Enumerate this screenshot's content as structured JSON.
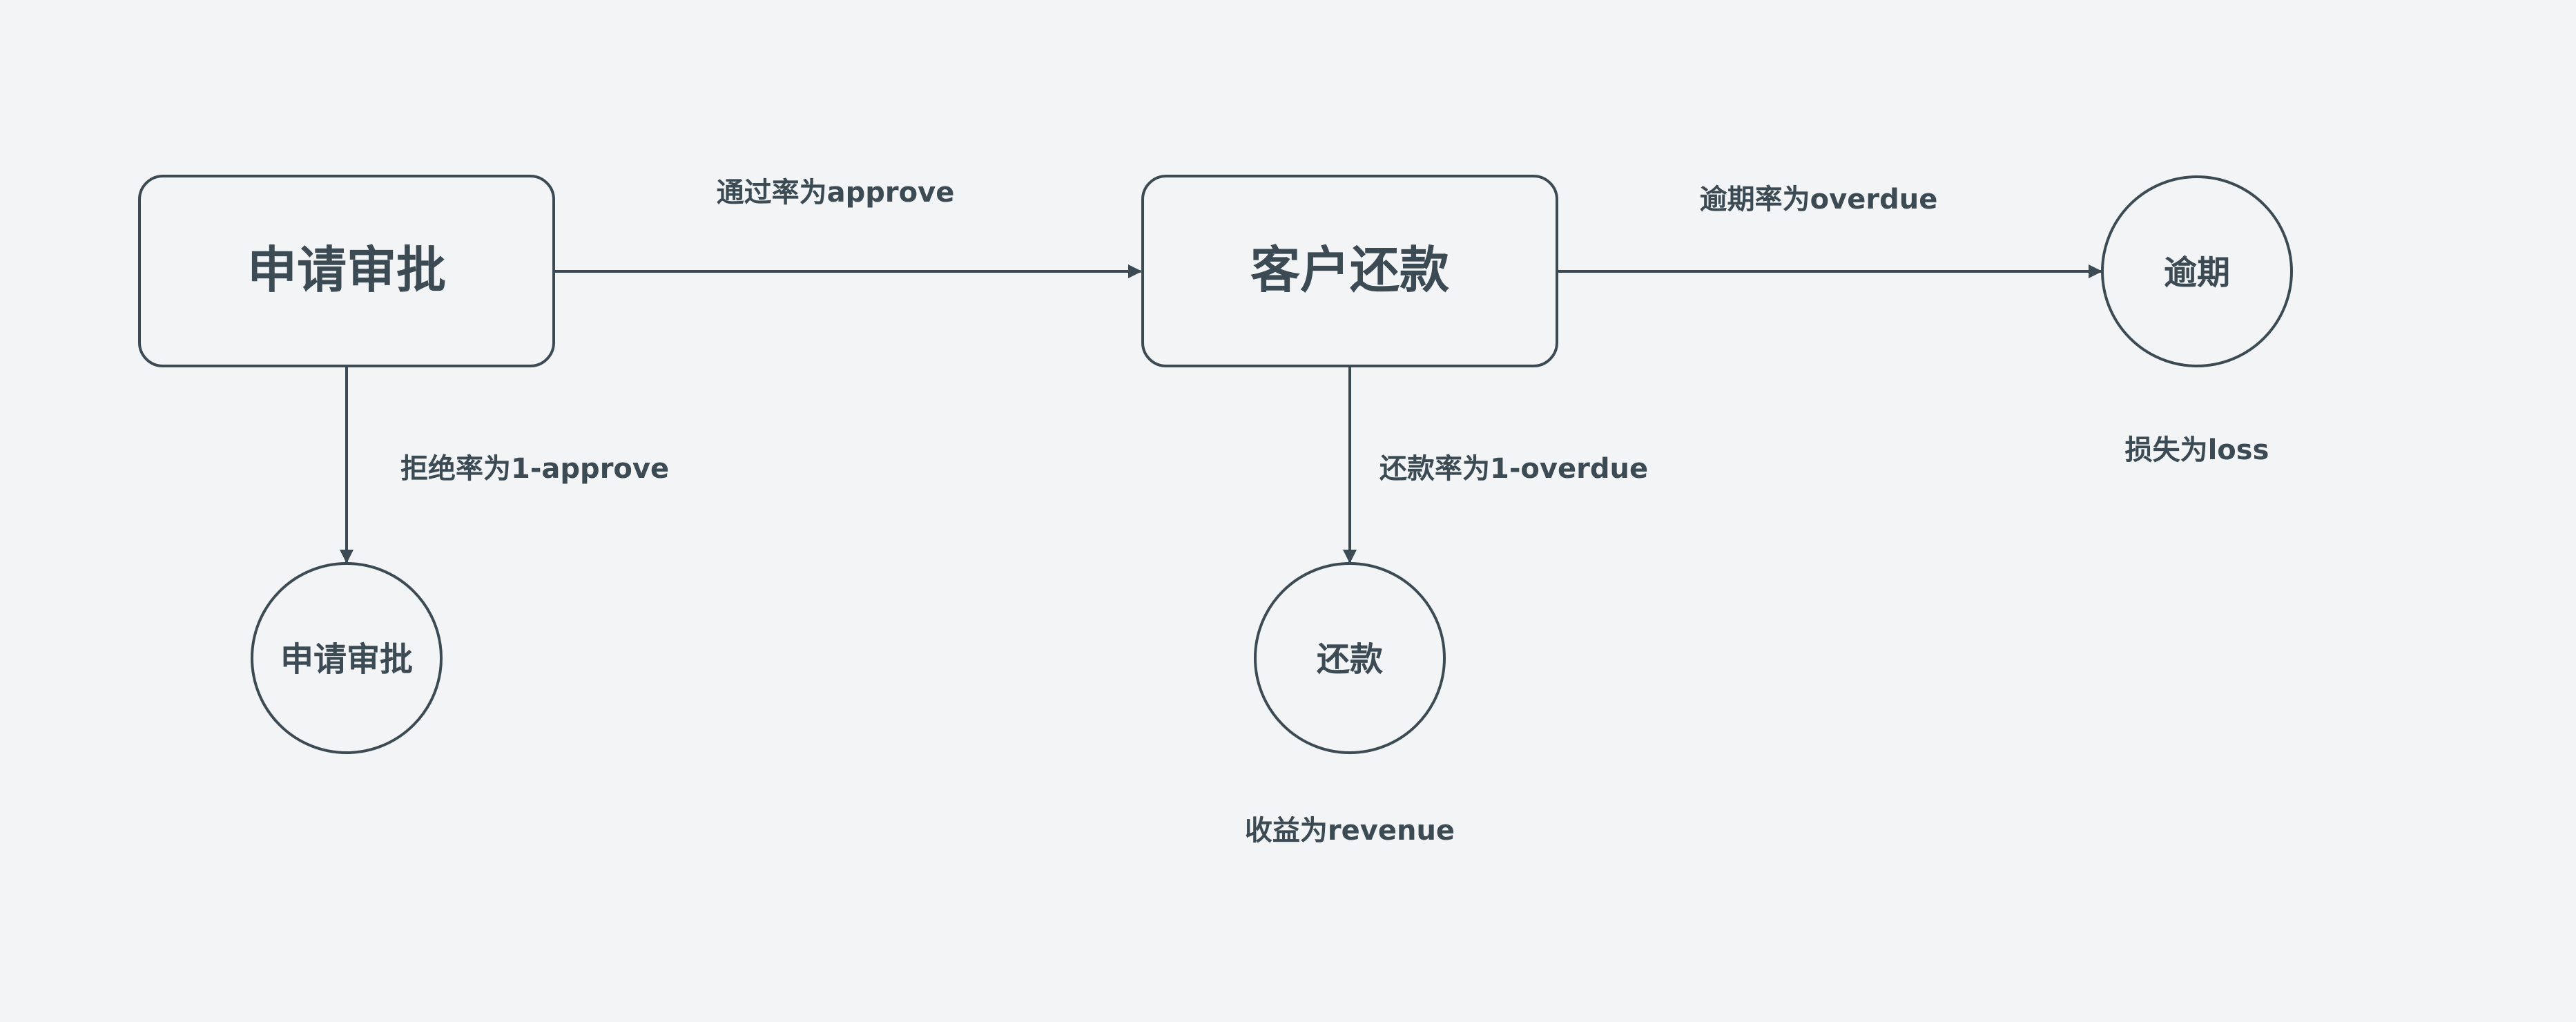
{
  "nodes": {
    "apply_review": "申请审批",
    "customer_repay": "客户还款",
    "overdue": "逾期",
    "rejected": "申请审批",
    "repaid": "还款"
  },
  "edges": {
    "approve": "通过率为approve",
    "overdue": "逾期率为overdue",
    "reject": "拒绝率为1-approve",
    "repay": "还款率为1-overdue"
  },
  "annotations": {
    "loss": "损失为loss",
    "revenue": "收益为revenue"
  },
  "colors": {
    "background": "#f2f4f6",
    "stroke": "#3b4a53",
    "text": "#3b4a53"
  }
}
